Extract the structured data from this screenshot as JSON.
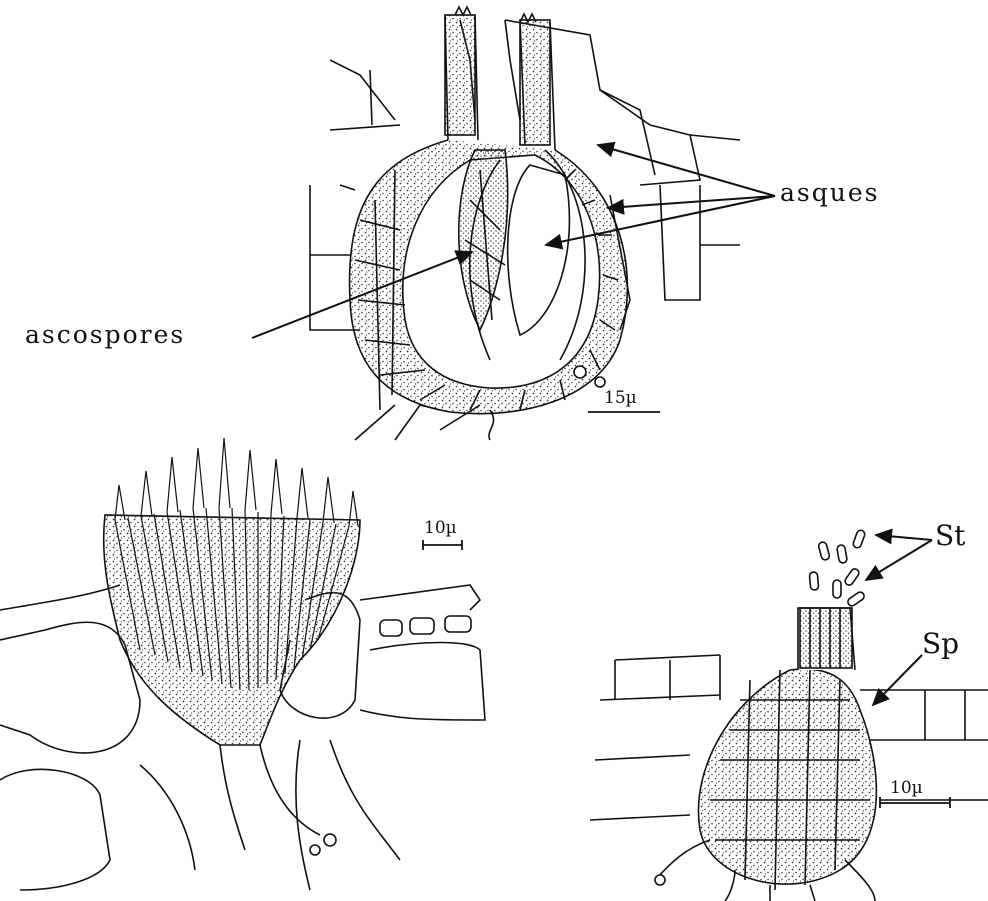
{
  "figure": {
    "perithecium": {
      "labels": {
        "asci": "asques",
        "ascospores": "ascospores"
      },
      "scale_bar": "15µ"
    },
    "sporodochium": {
      "scale_bar": "10µ"
    },
    "pycnidium": {
      "labels": {
        "stylospores": "St",
        "pycnidium_wall": "Sp"
      },
      "scale_bar": "10µ"
    }
  },
  "colors": {
    "ink": "#111111",
    "paper": "#ffffff",
    "stipple": "#3a3a3a"
  }
}
